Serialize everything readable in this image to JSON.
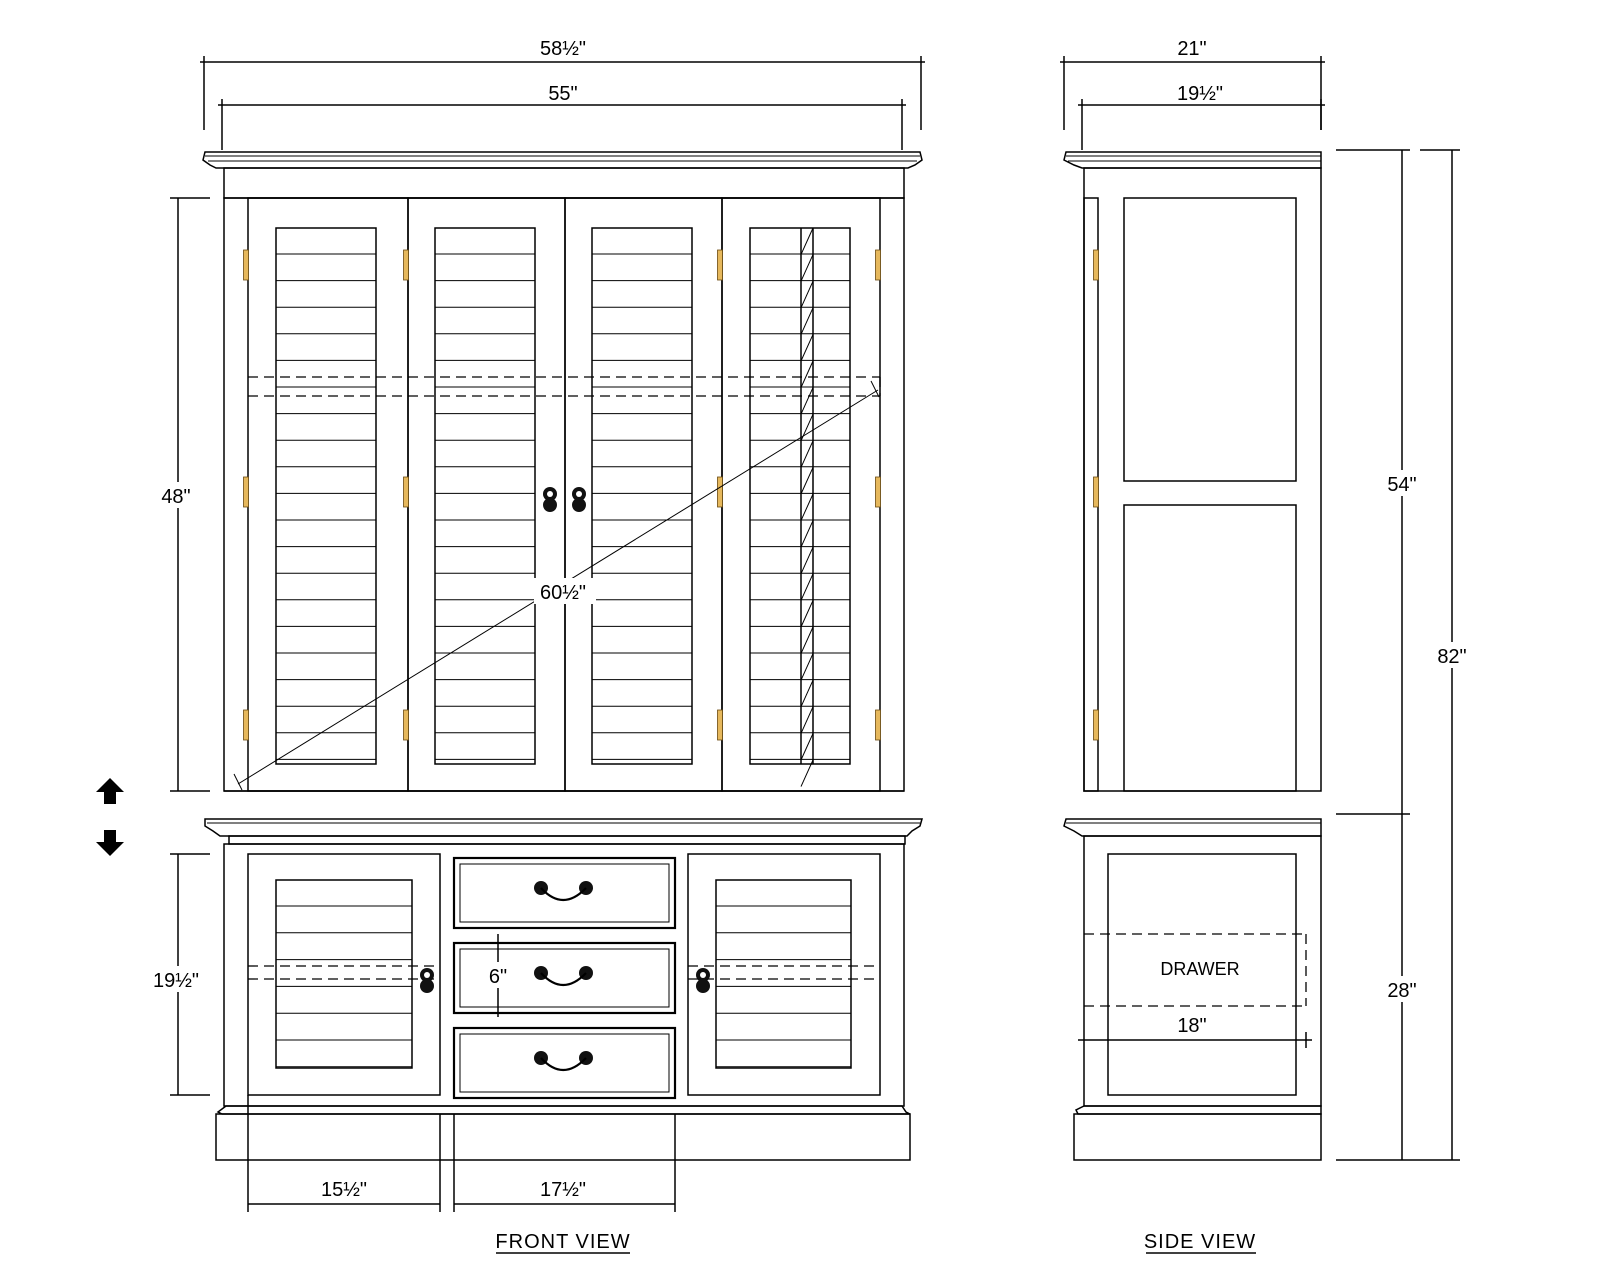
{
  "views": {
    "front_title": "FRONT VIEW",
    "side_title": "SIDE VIEW"
  },
  "dimensions": {
    "overall_width": "58½\"",
    "inner_width": "55\"",
    "upper_height": "48\"",
    "diagonal": "60½\"",
    "lower_door_height": "19½\"",
    "drawer_height": "6\"",
    "door_width": "15½\"",
    "drawer_width": "17½\"",
    "side_depth": "21\"",
    "side_inner_depth": "19½\"",
    "upper_total_height": "54\"",
    "overall_height": "82\"",
    "lower_total_height": "28\"",
    "drawer_depth": "18\""
  },
  "labels": {
    "drawer": "DRAWER"
  },
  "colors": {
    "line": "#000000",
    "hinge": "#e6b85c",
    "background": "#ffffff"
  },
  "icons": {
    "up": "arrow-up-icon",
    "down": "arrow-down-icon"
  }
}
